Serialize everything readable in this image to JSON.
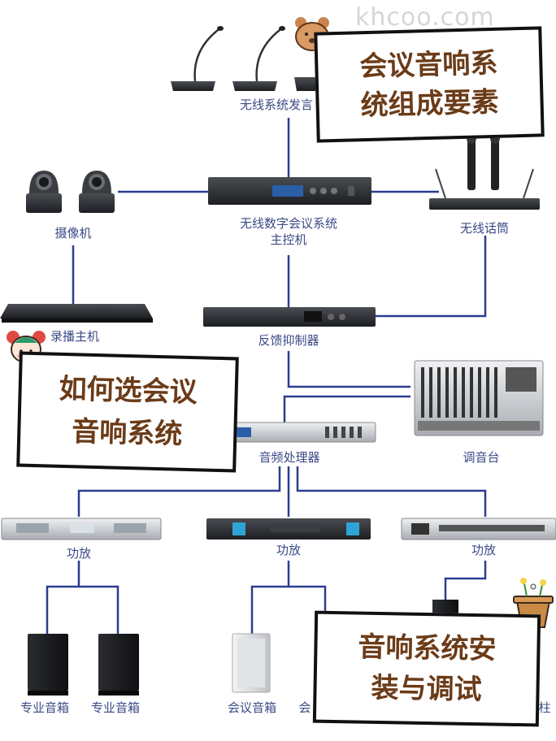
{
  "watermark": "khcoo.com",
  "banners": {
    "top_line1": "会议音响系",
    "top_line2": "统组成要素",
    "mid_line1": "如何选会议",
    "mid_line2": "音响系统",
    "bot_line1": "音响系统安",
    "bot_line2": "装与调试"
  },
  "labels": {
    "wireless_mic": "无线系统发言",
    "camera": "摄像机",
    "main_unit_1": "无线数字会议系统",
    "main_unit_2": "主控机",
    "wireless_handheld": "无线话筒",
    "recorder": "录播主机",
    "feedback": "反馈抑制器",
    "mixer": "调音台",
    "processor": "音频处理器",
    "amp_left": "功放",
    "amp_mid": "功放",
    "amp_right": "功放",
    "speaker_pro_1": "专业音箱",
    "speaker_pro_2": "专业音箱",
    "speaker_conf_1": "会议音箱",
    "speaker_conf_2": "会",
    "speaker_right": "柱"
  },
  "colors": {
    "line": "#2b3d8f",
    "label": "#3b4a86",
    "banner_text": "#6b3b18"
  }
}
